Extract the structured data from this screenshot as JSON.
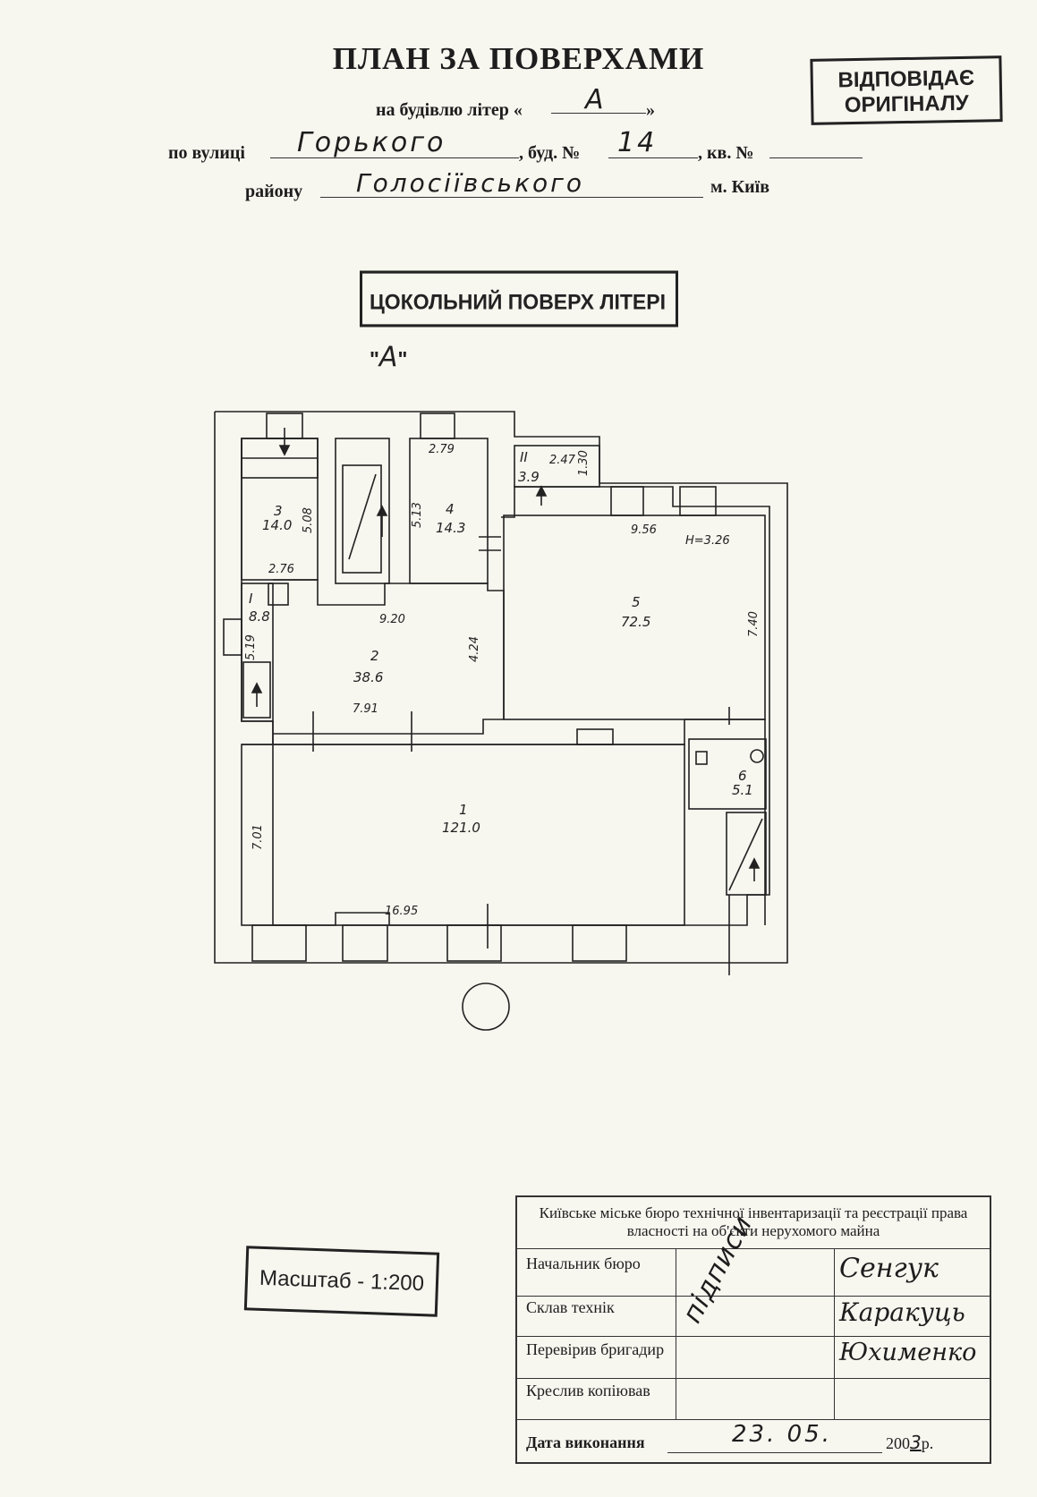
{
  "header": {
    "title": "ПЛАН ЗА ПОВЕРХАМИ",
    "building_prefix": "на будівлю літер «",
    "building_suffix": "»",
    "building_letter": "А",
    "street_label": "по вулиці",
    "street_value": "Горького",
    "house_label": ", буд. №",
    "house_value": "14",
    "apt_label": ", кв. №",
    "apt_value": "",
    "district_label": "району",
    "district_value": "Голосіївського",
    "city_label": "м. Київ"
  },
  "stamp_original": {
    "line1": "ВІДПОВІДАЄ",
    "line2": "ОРИГІНАЛУ"
  },
  "floor_stamp": {
    "text": "ЦОКОЛЬНИЙ ПОВЕРХ ЛІТЕРІ \"",
    "letter": "А",
    "close": "\""
  },
  "plan": {
    "rooms": [
      {
        "number": "1",
        "area": "121.0"
      },
      {
        "number": "2",
        "area": "38.6"
      },
      {
        "number": "3",
        "area": "14.0"
      },
      {
        "number": "4",
        "area": "14.3"
      },
      {
        "number": "5",
        "area": "72.5"
      },
      {
        "number": "6",
        "area": "5.1"
      },
      {
        "number": "I",
        "area": "8.8"
      },
      {
        "number": "II",
        "area": "3.9"
      }
    ],
    "dims": {
      "d279": "2.79",
      "d247": "2.47",
      "d130": "1.30",
      "d508": "5.08",
      "d513": "5.13",
      "d956": "9.56",
      "h": "H=3.26",
      "d276": "2.76",
      "d920": "9.20",
      "d424": "4.24",
      "d740": "7.40",
      "d519": "5.19",
      "d791": "7.91",
      "d701": "7.01",
      "d1695": "16.95"
    }
  },
  "scale_stamp": {
    "text": "Масштаб - 1:200"
  },
  "title_block": {
    "org": "Київське міське бюро технічної інвентаризації та реєстрації права власності на об'єкти нерухомого майна",
    "rows": [
      {
        "label": "Начальник бюро",
        "name": "Сенгук"
      },
      {
        "label": "Склав технік",
        "name": "Каракуць"
      },
      {
        "label": "Перевірив бригадир",
        "name": "Юхименко"
      },
      {
        "label": "Креслив копіював",
        "name": ""
      }
    ],
    "signatures_label": "підписи",
    "date_label": "Дата виконання",
    "date_value": "23. 05.",
    "year_prefix": "200",
    "year_digit": "3",
    "year_suffix": "р."
  }
}
